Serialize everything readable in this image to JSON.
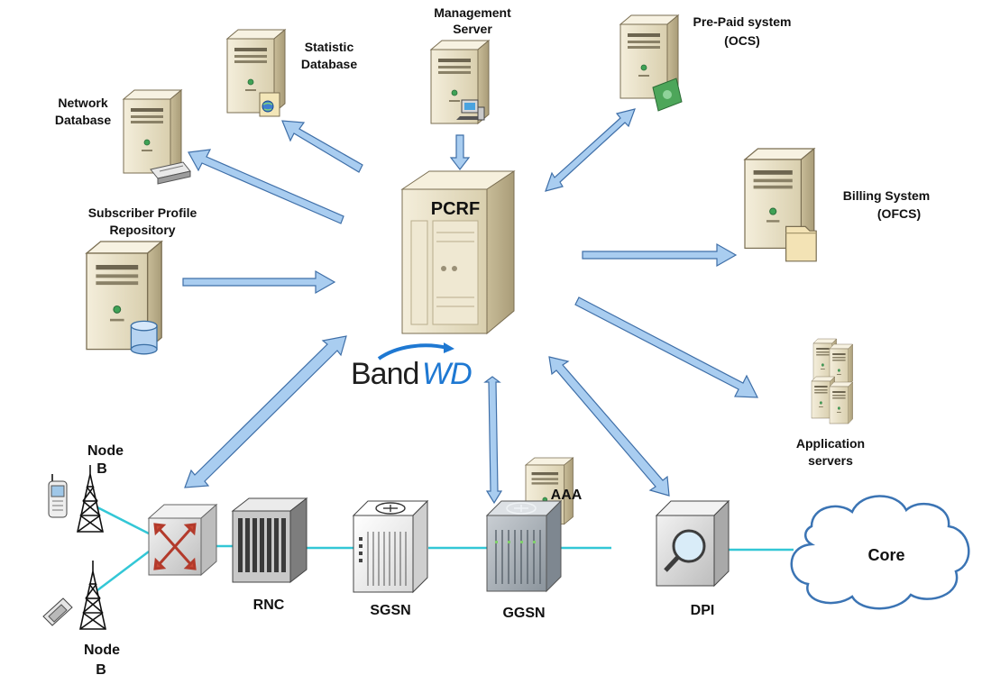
{
  "labels": {
    "pcrf": "PCRF",
    "management_l1": "Management",
    "management_l2": "Server",
    "statistic_l1": "Statistic",
    "statistic_l2": "Database",
    "network_l1": "Network",
    "network_l2": "Database",
    "subscriber_l1": "Subscriber Profile",
    "subscriber_l2": "Repository",
    "ocs_l1": "Pre-Paid system",
    "ocs_l2": "(OCS)",
    "ofcs_l1": "Billing System",
    "ofcs_l2": "(OFCS)",
    "app_l1": "Application",
    "app_l2": "servers",
    "aaa": "AAA",
    "nodeb_top_l1": "Node",
    "nodeb_top_l2": "B",
    "nodeb_bottom_l1": "Node",
    "nodeb_bottom_l2": "B",
    "rnc": "RNC",
    "sgsn": "SGSN",
    "ggsn": "GGSN",
    "dpi": "DPI",
    "core": "Core"
  },
  "logo": {
    "part1": "Band",
    "part2": "WD"
  },
  "icons": {
    "server": "server-tower-icon",
    "database": "database-cylinder-icon",
    "router": "router-icon",
    "tower": "cell-tower-icon",
    "phone": "mobile-phone-icon",
    "magnifier": "magnifier-icon",
    "money": "banknote-icon",
    "globe": "globe-icon",
    "folder": "folder-icon",
    "computer": "computer-icon",
    "cloud": "cloud-icon"
  },
  "colors": {
    "arrow_fill": "#a9cdf0",
    "arrow_stroke": "#3f6fa8",
    "link_line": "#33c7d6",
    "server_body": "#ebe2c6",
    "cloud_stroke": "#3b74b4",
    "logo_dark": "#1f1f1f",
    "logo_blue": "#1e78d2"
  }
}
